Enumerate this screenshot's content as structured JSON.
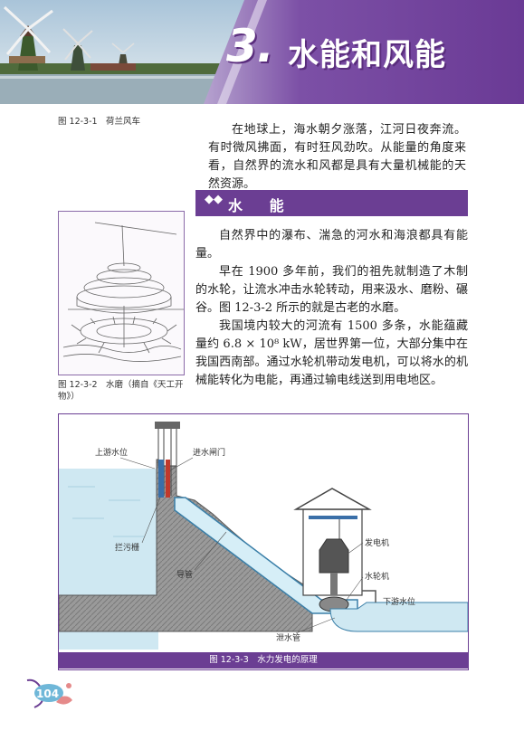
{
  "header": {
    "chapter_number": "3.",
    "chapter_title": "水能和风能"
  },
  "figure1": {
    "caption": "图 12-3-1　荷兰风车"
  },
  "intro": "在地球上，海水朝夕涨落，江河日夜奔流。有时微风拂面，有时狂风劲吹。从能量的角度来看，自然界的流水和风都是具有大量机械能的天然资源。",
  "section": {
    "icon": "diamonds-icon",
    "title": "水  能"
  },
  "figure2": {
    "caption": "图 12-3-2　水磨（摘自《天工开物》）"
  },
  "body": {
    "p1": "自然界中的瀑布、湍急的河水和海浪都具有能量。",
    "p2": "早在 1900 多年前，我们的祖先就制造了木制的水轮，让流水冲击水轮转动，用来汲水、磨粉、碾谷。图 12-3-2 所示的就是古老的水磨。",
    "p3": "我国境内较大的河流有 1500 多条，水能蕴藏量约 6.8 × 10⁸ kW，居世界第一位，大部分集中在我国西南部。通过水轮机带动发电机，可以将水的机械能转化为电能，再通过输电线送到用电地区。"
  },
  "figure3": {
    "caption": "图 12-3-3　水力发电的原理",
    "labels": {
      "upstream": "上游水位",
      "gate": "进水闸门",
      "trash_rack": "拦污栅",
      "pipe": "导管",
      "generator": "发电机",
      "turbine": "水轮机",
      "downstream": "下游水位",
      "tailrace": "泄水管"
    }
  },
  "page_number": "104",
  "colors": {
    "accent": "#6b3e93",
    "water": "#cfe8f2"
  }
}
